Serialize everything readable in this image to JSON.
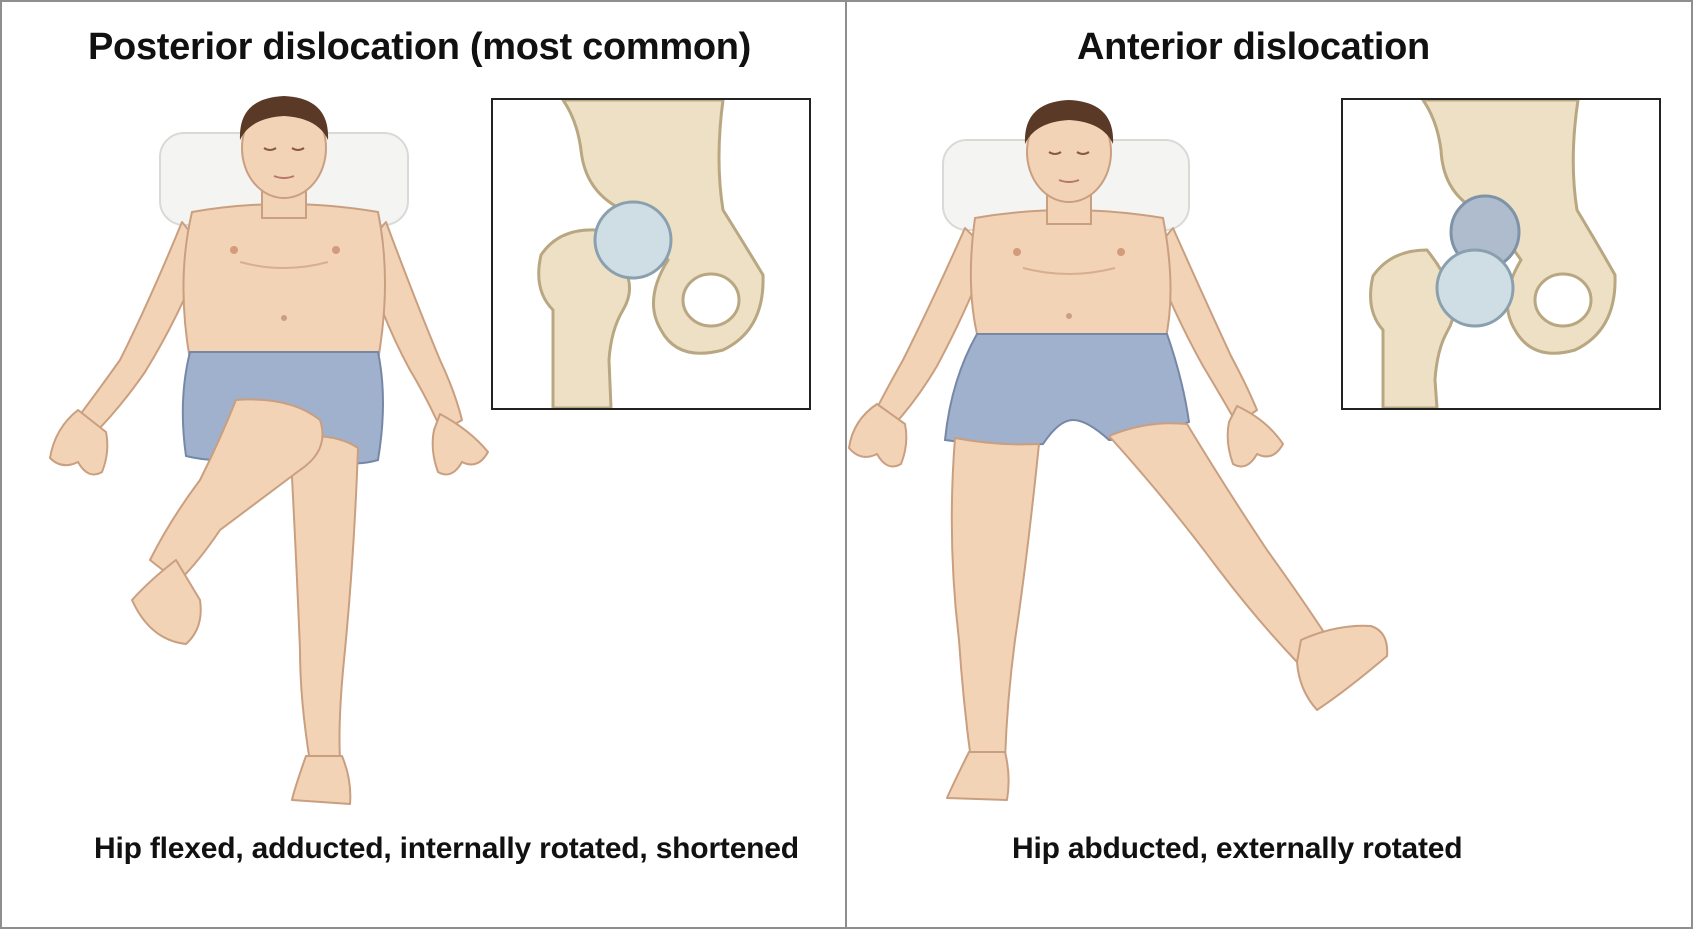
{
  "panels": [
    {
      "title": "Posterior dislocation (most common)",
      "caption": "Hip flexed, adducted, internally rotated, shortened"
    },
    {
      "title": "Anterior dislocation",
      "caption": "Hip abducted, externally rotated"
    }
  ],
  "colors": {
    "skin": "#f3d3b6",
    "skin_shadow": "#e2b797",
    "shorts": "#9fb1cc",
    "hair": "#5a3a26",
    "pillow": "#f4f4f2",
    "bone": "#ede0c4",
    "bone_outline": "#b9a782",
    "cartilage": "#cfdde4",
    "border": "#8e8e8e"
  }
}
